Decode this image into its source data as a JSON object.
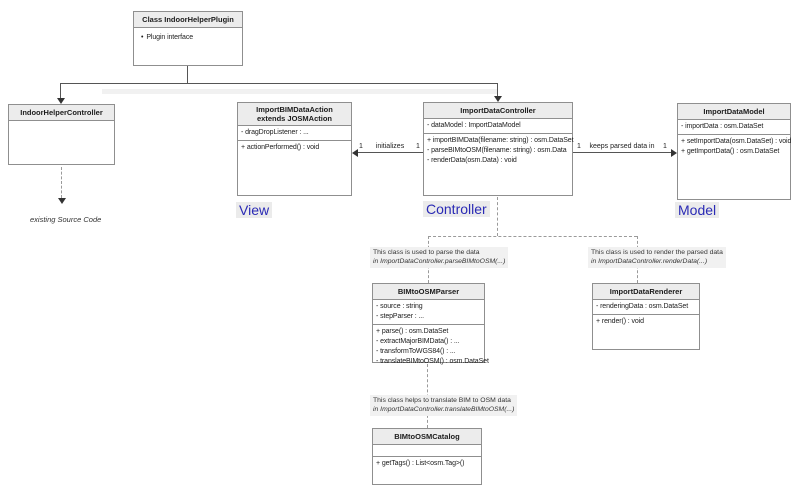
{
  "colors": {
    "label_blue": "#2a2ab5",
    "label_bg": "#ebebeb",
    "header_bg": "#ececec",
    "box_border": "#8f8f8f",
    "note_bg": "#f1f1f1"
  },
  "bullet_char": "•",
  "classes": {
    "plugin": {
      "title": "Class IndoorHelperPlugin",
      "item": "Plugin interface"
    },
    "indoor_helper_controller": {
      "title": "IndoorHelperController"
    },
    "import_bim_data_action": {
      "title_line1": "ImportBIMDataAction",
      "title_line2": "extends JOSMAction",
      "attributes": [
        "- dragDropListener : ..."
      ],
      "methods": [
        "+ actionPerformed() : void"
      ]
    },
    "import_data_controller": {
      "title": "ImportDataController",
      "attributes": [
        "- dataModel : ImportDataModel"
      ],
      "methods": [
        "+ importBIMData(filename: string) : osm.DataSet",
        "- parseBIMtoOSM(filename: string) : osm.Data",
        "- renderData(osm.Data) : void"
      ]
    },
    "import_data_model": {
      "title": "ImportDataModel",
      "attributes": [
        "- importData : osm.DataSet"
      ],
      "methods": [
        "+ setImportData(osm.DataSet) : void",
        "+ getImportData() : osm.DataSet"
      ]
    },
    "bim_to_osm_parser": {
      "title": "BIMtoOSMParser",
      "attributes": [
        "- source : string",
        "- stepParser : ..."
      ],
      "methods": [
        "+ parse() : osm.DataSet",
        "- extractMajorBIMData() : ...",
        "- transformToWGS84() : ...",
        "- translateBIMtoOSM() : osm.DataSet"
      ]
    },
    "import_data_renderer": {
      "title": "ImportDataRenderer",
      "attributes": [
        "- renderingData : osm.DataSet"
      ],
      "methods": [
        "+ render() : void"
      ]
    },
    "bim_to_osm_catalog": {
      "title": "BIMtoOSMCatalog",
      "methods": [
        "+ getTags() : List<osm.Tag>()"
      ]
    }
  },
  "mvc_labels": {
    "view": "View",
    "controller": "Controller",
    "model": "Model"
  },
  "notes": {
    "existing_source": "existing Source Code",
    "parser": {
      "line1": "This class is used to parse the data",
      "line2": "in ImportDataController.parseBIMtoOSM(...)"
    },
    "renderer": {
      "line1": "This class is used to render the parsed data",
      "line2": "in ImportDataController.renderData(...)"
    },
    "catalog": {
      "line1": "This class helps to translate BIM to OSM data",
      "line2": "in ImportDataController.translateBIMtoOSM(...)"
    }
  },
  "relations": {
    "initializes": {
      "label": "initializes",
      "mult_left": "1",
      "mult_right": "1"
    },
    "keeps_parsed_data": {
      "label": "keeps parsed data in",
      "mult_left": "1",
      "mult_right": "1"
    }
  }
}
